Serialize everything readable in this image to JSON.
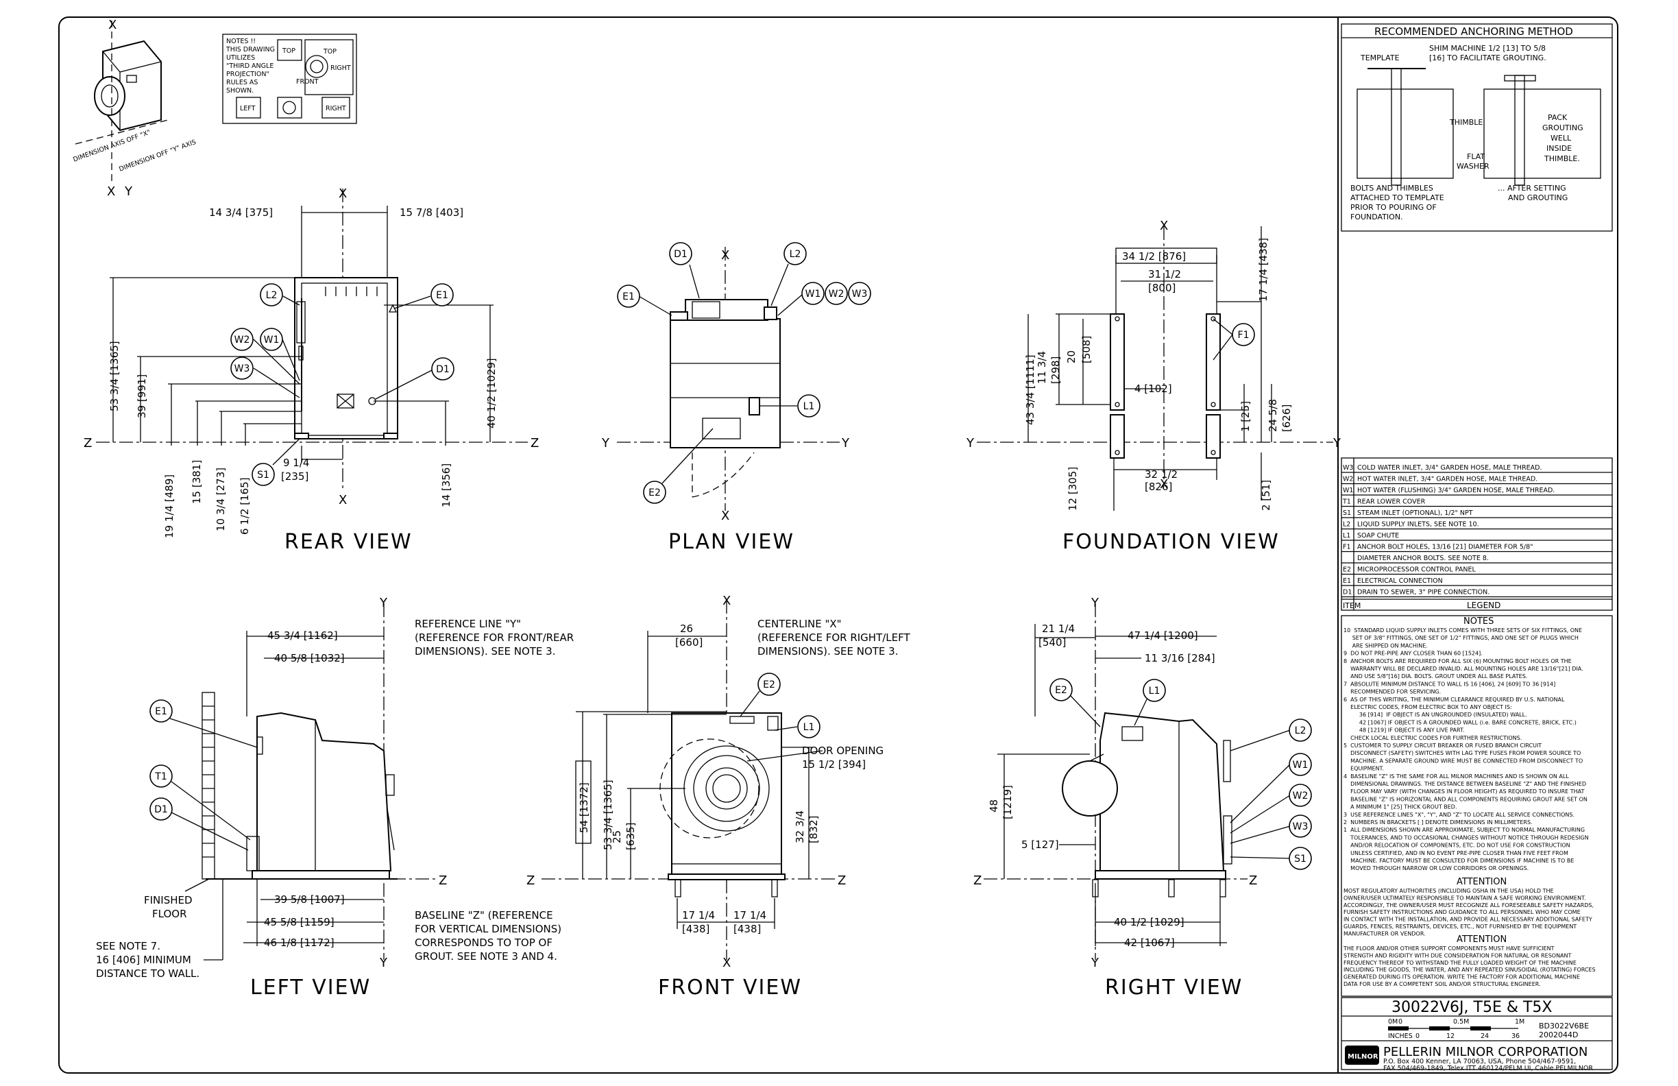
{
  "iso": {
    "x": "X",
    "x2": "X",
    "y": "Y",
    "axis_a": "DIMENSION AXIS OFF \"X\"",
    "axis_b": "DIMENSION OFF \"Y\" AXIS"
  },
  "proj_notes": {
    "lines": [
      "NOTES !!",
      "THIS DRAWING",
      "UTILIZES",
      "\"THIRD ANGLE",
      "PROJECTION\"",
      "RULES AS",
      "SHOWN."
    ],
    "top": "TOP",
    "top2": "TOP",
    "right": "RIGHT",
    "front": "FRONT",
    "left": "LEFT",
    "right2": "RIGHT"
  },
  "views": {
    "rear": "REAR VIEW",
    "plan": "PLAN VIEW",
    "foundation": "FOUNDATION VIEW",
    "left": "LEFT VIEW",
    "front": "FRONT VIEW",
    "right": "RIGHT VIEW"
  },
  "rear": {
    "w1": "14 3/4 [375]",
    "w2": "15 7/8 [403]",
    "h1": "53 3/4 [1365]",
    "h2": "39 [991]",
    "h3": "40 1/2 [1029]",
    "b1": "19 1/4 [489]",
    "b2": "15 [381]",
    "b3": "10 3/4 [273]",
    "b4": "6 1/2 [165]",
    "b5": "14 [356]",
    "s1a": "9 1/4",
    "s1b": "[235]"
  },
  "plan": {},
  "foundation": {
    "d1": "34 1/2 [876]",
    "d2a": "31 1/2",
    "d2b": "[800]",
    "d3": "17 1/4 [438]",
    "d4": "11 3/4",
    "d4b": "[298]",
    "d5": "20",
    "d5b": "[508]",
    "d6": "4 [102]",
    "d7": "43 3/4 [1111]",
    "d8": "1 [25]",
    "d9": "24 5/8",
    "d9b": "[626]",
    "d10": "12 [305]",
    "d11a": "32 1/2",
    "d11b": "[826]",
    "d12": "2 [51]"
  },
  "left": {
    "d1": "45 3/4 [1162]",
    "d2": "40 5/8 [1032]",
    "ref1": "REFERENCE LINE \"Y\"",
    "ref2": "(REFERENCE FOR FRONT/REAR",
    "ref3": "DIMENSIONS). SEE NOTE 3.",
    "d3": "39 5/8 [1007]",
    "d4": "45 5/8 [1159]",
    "d5": "46 1/8 [1172]",
    "ff1": "FINISHED",
    "ff2": "FLOOR",
    "see1": "SEE NOTE 7.",
    "see2": "16 [406] MINIMUM",
    "see3": "DISTANCE TO WALL.",
    "base1": "BASELINE \"Z\" (REFERENCE",
    "base2": "FOR VERTICAL DIMENSIONS)",
    "base3": "CORRESPONDS TO TOP OF",
    "base4": "GROUT. SEE NOTE 3 AND 4."
  },
  "front": {
    "d1a": "26",
    "d1b": "[660]",
    "cl1": "CENTERLINE \"X\"",
    "cl2": "(REFERENCE FOR RIGHT/LEFT",
    "cl3": "DIMENSIONS). SEE NOTE 3.",
    "door1": "DOOR OPENING",
    "door2": "15 1/2 [394]",
    "h1": "54 [1372]",
    "h2": "53 3/4 [1365]",
    "h3": "25",
    "h3b": "[635]",
    "h4": "32 3/4",
    "h4b": "[832]",
    "w1a": "17 1/4",
    "w1b": "[438]",
    "w2a": "17 1/4",
    "w2b": "[438]"
  },
  "right": {
    "d1a": "21 1/4",
    "d1b": "[540]",
    "d2": "47 1/4 [1200]",
    "d3": "11 3/16 [284]",
    "h1": "48",
    "h1b": "[1219]",
    "d4": "5 [127]",
    "d5": "40 1/2 [1029]",
    "d6": "42 [1067]"
  },
  "bubbles": {
    "L2": "L2",
    "E1": "E1",
    "W2": "W2",
    "W1": "W1",
    "W3": "W3",
    "D1": "D1",
    "S1": "S1",
    "L1": "L1",
    "E2": "E2",
    "F1": "F1",
    "T1": "T1"
  },
  "anchoring": {
    "title": "RECOMMENDED ANCHORING METHOD",
    "template": "TEMPLATE",
    "shim1": "SHIM MACHINE 1/2 [13] TO 5/8",
    "shim2": "[16] TO FACILITATE GROUTING.",
    "thimble": "THIMBLE",
    "flat1": "FLAT",
    "flat2": "WASHER",
    "pack1": "PACK",
    "pack2": "GROUTING",
    "pack3": "WELL",
    "pack4": "INSIDE",
    "pack5": "THIMBLE.",
    "bolts1": "BOLTS AND THIMBLES",
    "bolts2": "ATTACHED TO TEMPLATE",
    "bolts3": "PRIOR TO POURING OF",
    "bolts4": "FOUNDATION.",
    "after1": "... AFTER SETTING",
    "after2": "AND GROUTING"
  },
  "legend": {
    "rows": [
      {
        "item": "W3",
        "text": "COLD WATER INLET, 3/4\" GARDEN HOSE, MALE THREAD."
      },
      {
        "item": "W2",
        "text": "HOT WATER INLET, 3/4\" GARDEN HOSE, MALE THREAD."
      },
      {
        "item": "W1",
        "text": "HOT WATER (FLUSHING) 3/4\" GARDEN HOSE, MALE THREAD."
      },
      {
        "item": "T1",
        "text": "REAR LOWER COVER"
      },
      {
        "item": "S1",
        "text": "STEAM INLET (OPTIONAL), 1/2\" NPT"
      },
      {
        "item": "L2",
        "text": "LIQUID SUPPLY INLETS, SEE NOTE 10."
      },
      {
        "item": "L1",
        "text": "SOAP CHUTE"
      },
      {
        "item": "F1",
        "text": "ANCHOR BOLT HOLES, 13/16 [21] DIAMETER FOR 5/8\""
      },
      {
        "item": "",
        "text": "DIAMETER ANCHOR BOLTS. SEE NOTE 8."
      },
      {
        "item": "E2",
        "text": "MICROPROCESSOR CONTROL PANEL"
      },
      {
        "item": "E1",
        "text": "ELECTRICAL CONNECTION"
      },
      {
        "item": "D1",
        "text": "DRAIN TO SEWER, 3\" PIPE CONNECTION."
      }
    ],
    "head_item": "ITEM",
    "head_legend": "LEGEND"
  },
  "notes": {
    "title": "NOTES",
    "lines": [
      "10  STANDARD LIQUID SUPPLY INLETS COMES WITH THREE SETS OF SIX FITTINGS, ONE",
      "     SET OF 3/8\" FITTINGS, ONE SET OF 1/2\" FITTINGS, AND ONE SET OF PLUGS WHICH",
      "     ARE SHIPPED ON MACHINE.",
      "9  DO NOT PRE-PIPE ANY CLOSER THAN 60 [1524].",
      "8  ANCHOR BOLTS ARE REQUIRED FOR ALL SIX (6) MOUNTING BOLT HOLES OR THE",
      "    WARRANTY WILL BE DECLARED INVALID. ALL MOUNTING HOLES ARE 13/16\"[21] DIA.",
      "    AND USE 5/8\"[16] DIA. BOLTS. GROUT UNDER ALL BASE PLATES.",
      "7  ABSOLUTE MINIMUM DISTANCE TO WALL IS 16 [406], 24 [609] TO 36 [914]",
      "    RECOMMENDED FOR SERVICING.",
      "6  AS OF THIS WRITING, THE MINIMUM CLEARANCE REQUIRED BY U.S. NATIONAL",
      "    ELECTRIC CODES, FROM ELECTRIC BOX TO ANY OBJECT IS:",
      "         36 [914]  IF OBJECT IS AN UNGROUNDED (INSULATED) WALL.",
      "         42 [1067] IF OBJECT IS A GROUNDED WALL (i.e. BARE CONCRETE, BRICK, ETC.)",
      "         48 [1219] IF OBJECT IS ANY LIVE PART.",
      "    CHECK LOCAL ELECTRIC CODES FOR FURTHER RESTRICTIONS.",
      "5  CUSTOMER TO SUPPLY CIRCUIT BREAKER OR FUSED BRANCH CIRCUIT",
      "    DISCONNECT (SAFETY) SWITCHES WITH LAG TYPE FUSES FROM POWER SOURCE TO",
      "    MACHINE. A SEPARATE GROUND WIRE MUST BE CONNECTED FROM DISCONNECT TO",
      "    EQUIPMENT.",
      "4  BASELINE \"Z\" IS THE SAME FOR ALL MILNOR MACHINES AND IS SHOWN ON ALL",
      "    DIMENSIONAL DRAWINGS. THE DISTANCE BETWEEN BASELINE \"Z\" AND THE FINISHED",
      "    FLOOR MAY VARY (WITH CHANGES IN FLOOR HEIGHT) AS REQUIRED TO INSURE THAT",
      "    BASELINE \"Z\" IS HORIZONTAL AND ALL COMPONENTS REQUIRING GROUT ARE SET ON",
      "    A MINIMUM 1\" [25] THICK GROUT BED.",
      "3  USE REFERENCE LINES \"X\", \"Y\", AND \"Z\" TO LOCATE ALL SERVICE CONNECTIONS.",
      "2  NUMBERS IN BRACKETS [ ] DENOTE DIMENSIONS IN MILLIMETERS.",
      "1  ALL DIMENSIONS SHOWN ARE APPROXIMATE, SUBJECT TO NORMAL MANUFACTURING",
      "    TOLERANCES, AND TO OCCASIONAL CHANGES WITHOUT NOTICE THROUGH REDESIGN",
      "    AND/OR RELOCATION OF COMPONENTS, ETC. DO NOT USE FOR CONSTRUCTION",
      "    UNLESS CERTIFIED, AND IN NO EVENT PRE-PIPE CLOSER THAN FIVE FEET FROM",
      "    MACHINE. FACTORY MUST BE CONSULTED FOR DIMENSIONS IF MACHINE IS TO BE",
      "    MOVED THROUGH NARROW OR LOW CORRIDORS OR OPENINGS."
    ],
    "att1_title": "ATTENTION",
    "att1": [
      "MOST REGULATORY AUTHORITIES (INCLUDING OSHA IN THE USA) HOLD THE",
      "OWNER/USER ULTIMATELY RESPONSIBLE TO MAINTAIN A SAFE WORKING ENVIRONMENT.",
      "ACCORDINGLY, THE OWNER/USER MUST RECOGNIZE ALL FORESEEABLE SAFETY HAZARDS,",
      "FURNISH SAFETY INSTRUCTIONS AND GUIDANCE TO ALL PERSONNEL WHO MAY COME",
      "IN CONTACT WITH THE INSTALLATION, AND PROVIDE ALL NECESSARY ADDITIONAL SAFETY",
      "GUARDS, FENCES, RESTRAINTS, DEVICES, ETC., NOT FURNISHED BY THE EQUIPMENT",
      "MANUFACTURER OR VENDOR."
    ],
    "att2_title": "ATTENTION",
    "att2": [
      "THE FLOOR AND/OR OTHER SUPPORT COMPONENTS MUST HAVE SUFFICIENT",
      "STRENGTH AND RIGIDITY WITH DUE CONSIDERATION FOR NATURAL OR RESONANT",
      "FREQUENCY THEREOF TO WITHSTAND THE FULLY LOADED WEIGHT OF THE MACHINE",
      "INCLUDING THE GOODS, THE WATER, AND ANY REPEATED SINUSOIDAL (ROTATING) FORCES",
      "GENERATED DURING ITS OPERATION. WRITE THE FACTORY FOR ADDITIONAL MACHINE",
      "DATA FOR USE BY A COMPETENT SOIL AND/OR STRUCTURAL ENGINEER."
    ]
  },
  "title_block": {
    "model": "30022V6J, T5E & T5X",
    "scale_0m": "0M",
    "scale_0": "0",
    "scale_05m": "0.5M",
    "scale_1m": "1M",
    "inches": "INCHES",
    "s0": "0",
    "s12": "12",
    "s24": "24",
    "s36": "36",
    "dwg1": "BD3022V6BE",
    "dwg2": "2002044D",
    "logo": "MILNOR",
    "company": "PELLERIN MILNOR CORPORATION",
    "addr1": "P.O. Box 400 Kenner, LA 70063, USA, Phone 504/467-9591,",
    "addr2": "FAX 504/469-1849, Telex ITT 460124/PELM UI, Cable PELMILNOR"
  }
}
